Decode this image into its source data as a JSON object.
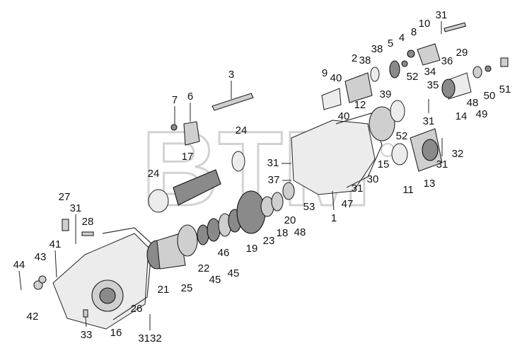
{
  "watermark": {
    "text": "BTM",
    "color": "#d2d2d2"
  },
  "callouts": [
    "3",
    "7",
    "6",
    "24",
    "17",
    "24",
    "27",
    "31",
    "28",
    "41",
    "43",
    "44",
    "42",
    "33",
    "16",
    "26",
    "3132",
    "21",
    "25",
    "22",
    "45",
    "46",
    "45",
    "19",
    "23",
    "18",
    "48",
    "20",
    "31",
    "37",
    "53",
    "1",
    "47",
    "31",
    "30",
    "15",
    "11",
    "13",
    "31",
    "32",
    "52",
    "12",
    "40",
    "9",
    "40",
    "2",
    "38",
    "38",
    "39",
    "5",
    "4",
    "8",
    "10",
    "31",
    "29",
    "36",
    "52",
    "34",
    "35",
    "31",
    "48",
    "14",
    "49",
    "50",
    "51"
  ]
}
